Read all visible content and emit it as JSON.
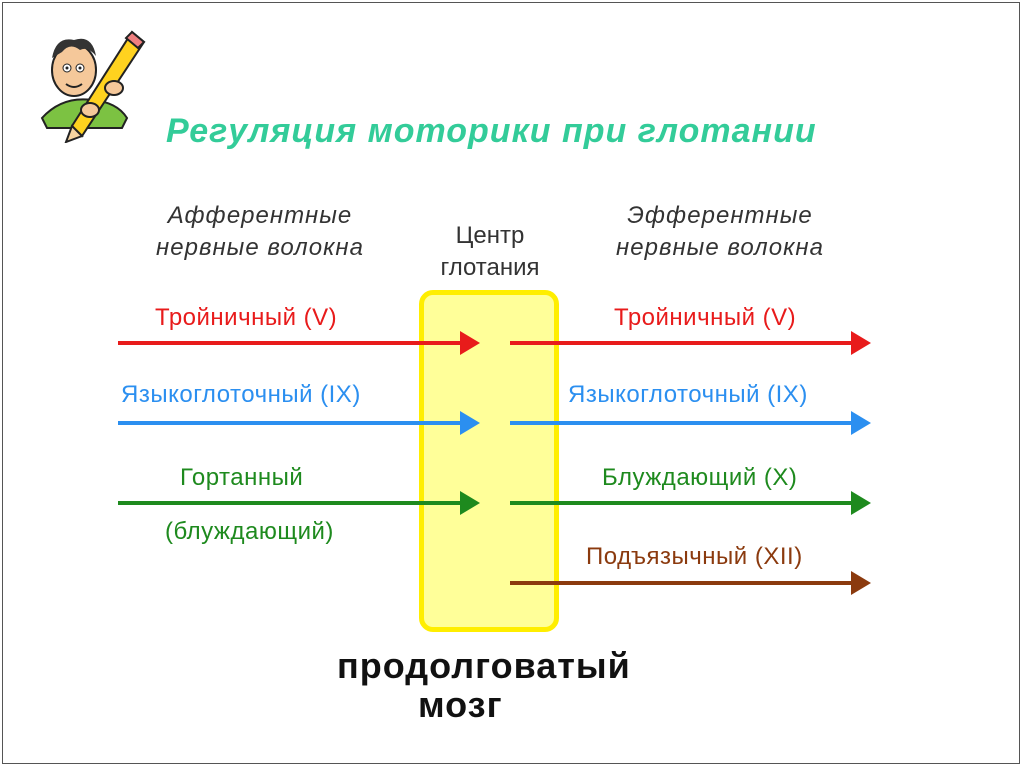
{
  "title": "Регуляция моторики при глотании",
  "headers": {
    "afferent_line1": "Афферентные",
    "afferent_line2": "нервные волокна",
    "center_line1": "Центр",
    "center_line2": "глотания",
    "efferent_line1": "Эфферентные",
    "efferent_line2": "нервные волокна"
  },
  "afferent": [
    {
      "label": "Тройничный (V)",
      "color": "#e81b1b"
    },
    {
      "label": "Языкоглоточный (IX)",
      "color": "#2b8ff0"
    },
    {
      "label": "Гортанный",
      "label2": "(блуждающий)",
      "color": "#1e8a1e"
    }
  ],
  "efferent": [
    {
      "label": "Тройничный (V)",
      "color": "#e81b1b"
    },
    {
      "label": "Языкоглоточный (IX)",
      "color": "#2b8ff0"
    },
    {
      "label": "Блуждающий (X)",
      "color": "#1e8a1e"
    },
    {
      "label": "Подъязычный (XII)",
      "color": "#8b3a0e"
    }
  ],
  "medulla_line1": "продолговатый",
  "medulla_line2": "мозг",
  "icon": "cartoon-boy-with-pencil-icon"
}
